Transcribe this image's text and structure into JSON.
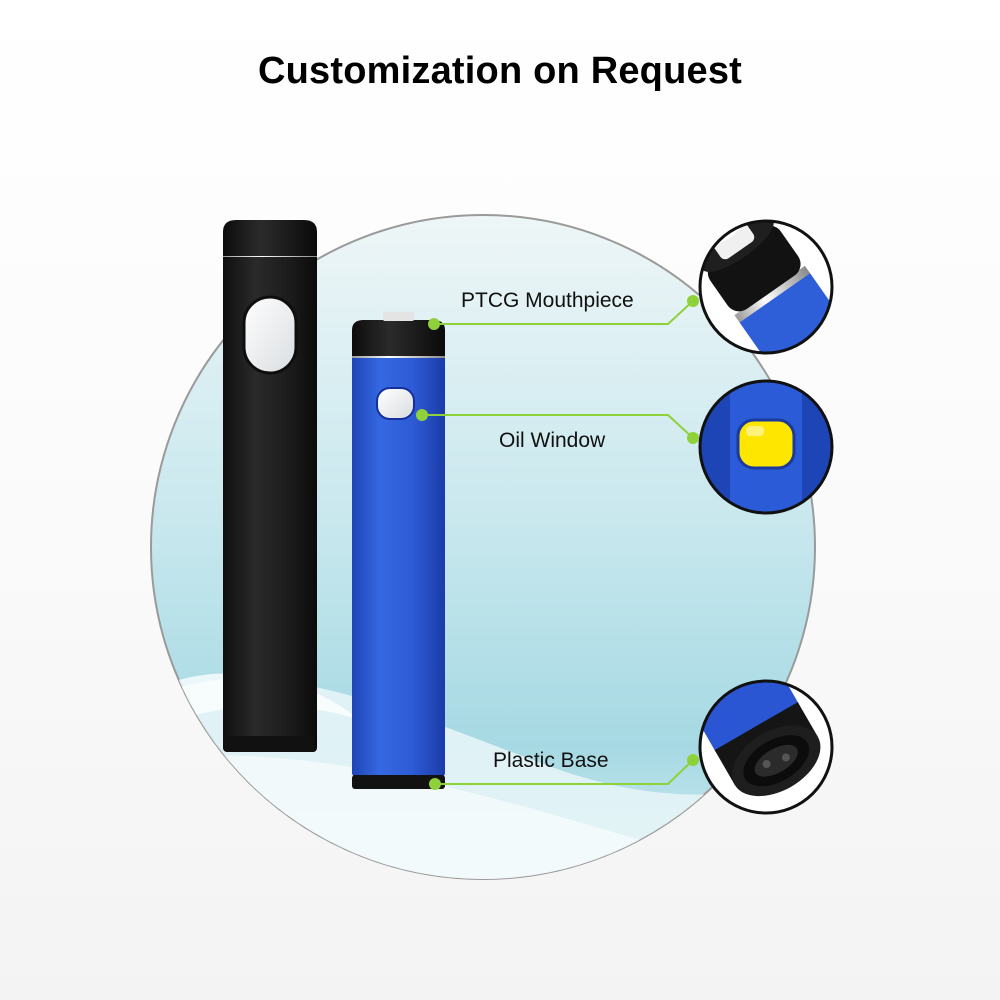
{
  "title": "Customization on Request",
  "callouts": {
    "mouthpiece": "PTCG Mouthpiece",
    "oil_window": "Oil Window",
    "base": "Plastic Base"
  },
  "colors": {
    "pen_blue": "#2a56d4",
    "pen_black": "#1b1b1b",
    "leader_green": "#8fd13a",
    "oil_yellow": "#ffe600"
  }
}
